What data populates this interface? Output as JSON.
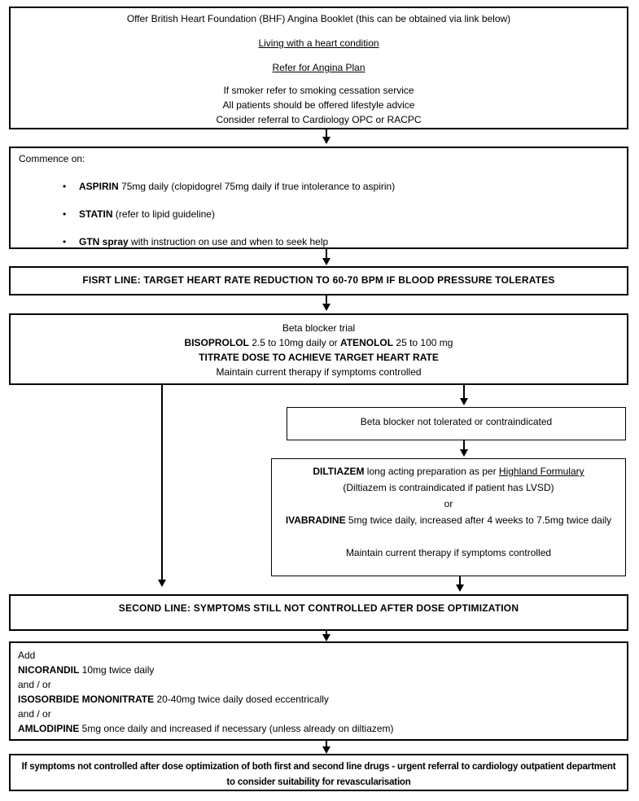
{
  "colors": {
    "border": "#000000",
    "text": "#000000",
    "background": "#ffffff"
  },
  "boxes": {
    "offer": {
      "line1": "Offer British Heart Foundation (BHF) Angina Booklet (this can be obtained via link below)",
      "link_booklet": "Living with a heart condition",
      "link_plan": "Refer for Angina Plan",
      "line2": "If smoker refer to smoking cessation service",
      "line3": "All patients should be offered lifestyle advice",
      "line4": "Consider referral to Cardiology OPC or RACPC"
    },
    "commence": {
      "heading": "Commence on:",
      "bullet_glyph": "•",
      "bullets": [
        {
          "drug": "ASPIRIN",
          "rest": " 75mg daily (clopidogrel 75mg daily if true intolerance to aspirin)"
        },
        {
          "drug": "STATIN",
          "rest": " (refer to lipid guideline)"
        },
        {
          "drug": "GTN spray",
          "rest": " with instruction on use and when to seek help"
        }
      ]
    },
    "first_line": {
      "text": "FISRT LINE: TARGET HEART RATE REDUCTION TO 60-70 BPM IF BLOOD PRESSURE TOLERATES"
    },
    "beta_trial": {
      "line1": "Beta blocker trial",
      "line2": {
        "drug1": "BISOPROLOL",
        "mid": " 2.5 to 10mg daily or ",
        "drug2": "ATENOLOL",
        "end": " 25 to 100 mg"
      },
      "line3": "TITRATE DOSE TO ACHIEVE TARGET HEART RATE",
      "line4": "Maintain current therapy if symptoms controlled"
    },
    "beta_not_tolerated": {
      "text": "Beta blocker not tolerated or contraindicated"
    },
    "alternative": {
      "line1": {
        "drug": "DILTIAZEM",
        "mid": " long acting preparation as per ",
        "link": "Highland Formulary"
      },
      "line2": "(Diltiazem is contraindicated if patient has LVSD)",
      "line3": "or",
      "line4": {
        "drug": "IVABRADINE",
        "rest": " 5mg twice daily, increased after 4 weeks to 7.5mg twice daily"
      },
      "line5": "Maintain current therapy if symptoms controlled"
    },
    "second_line": {
      "text": "SECOND LINE: SYMPTOMS STILL NOT CONTROLLED AFTER DOSE OPTIMIZATION"
    },
    "add": {
      "heading": "Add",
      "row1": {
        "drug": "NICORANDIL",
        "rest": " 10mg twice daily"
      },
      "sep1": "and / or",
      "row2": {
        "drug": "ISOSORBIDE MONONITRATE",
        "rest": " 20-40mg twice daily dosed eccentrically"
      },
      "sep2": "and / or",
      "row3": {
        "drug": "AMLODIPINE",
        "rest": " 5mg once daily and increased if necessary (unless already on diltiazem)"
      }
    },
    "referral": {
      "text": "If symptoms not controlled after dose optimization of both first and second line drugs - urgent referral to cardiology outpatient department to consider suitability for revascularisation"
    }
  }
}
